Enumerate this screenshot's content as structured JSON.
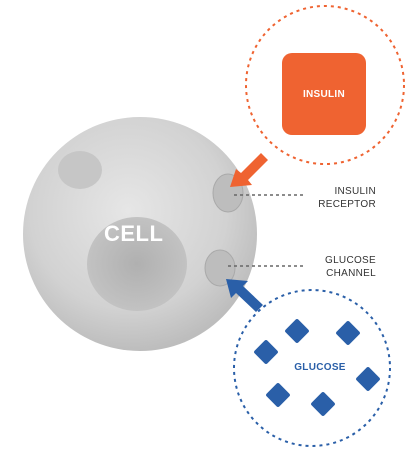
{
  "labels": {
    "cell": "CELL",
    "insulin": "INSULIN",
    "insulin_receptor": [
      "INSULIN",
      "RECEPTOR"
    ],
    "glucose_channel": [
      "GLUCOSE",
      "CHANNEL"
    ],
    "glucose": "GLUCOSE"
  },
  "colors": {
    "cell_fill": "#d9d9d9",
    "insulin_orange": "#ef6331",
    "glucose_blue": "#2a5fa8",
    "callout_line": "#666666"
  }
}
